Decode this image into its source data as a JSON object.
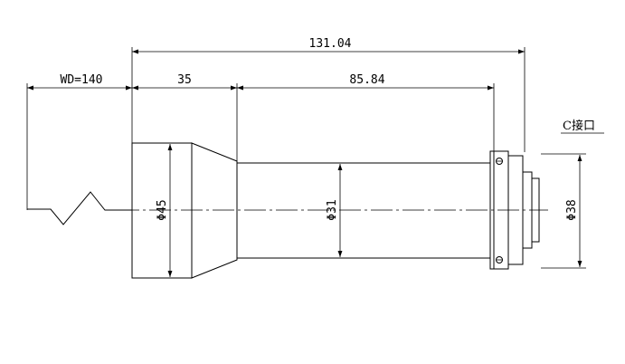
{
  "dimensions": {
    "total_length": "131.04",
    "working_distance": "WD=140",
    "front_section": "35",
    "barrel_length": "85.84",
    "front_diameter": "Φ45",
    "barrel_diameter": "Φ31",
    "mount_diameter": "Φ38"
  },
  "labels": {
    "mount": "C接口"
  }
}
